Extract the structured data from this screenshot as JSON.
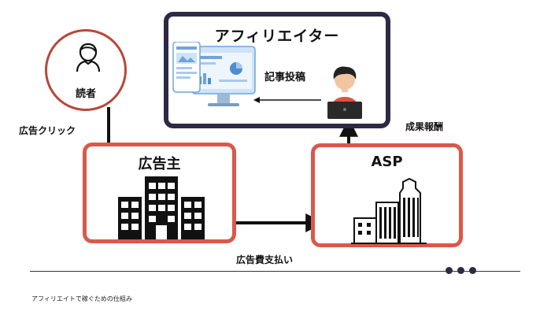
{
  "diagram": {
    "reader_label": "読者",
    "affiliator_title": "アフィリエイター",
    "article_post_label": "記事投稿",
    "advertiser_title": "広告主",
    "asp_title": "ASP",
    "ad_click_label": "広告クリック",
    "ad_fee_label": "広告費支払い",
    "reward_label": "成果報酬"
  },
  "caption": "アフィリエイトで稼ぐための仕組み",
  "colors": {
    "accent_red": "#d9594b",
    "reader_ring": "#b8473a",
    "navy": "#2c2a45",
    "ink": "#111111"
  }
}
